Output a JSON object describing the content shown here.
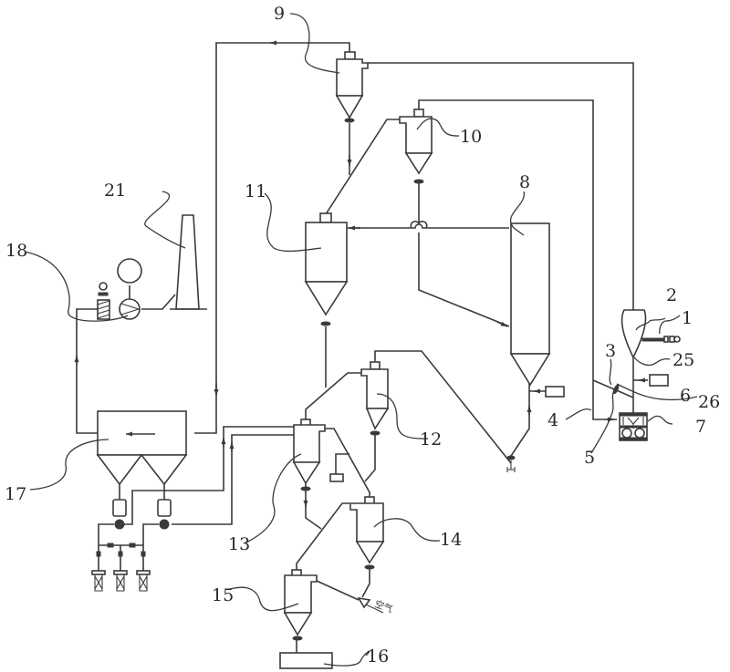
{
  "diagram": {
    "type": "process-flow",
    "components": [
      {
        "id": "1",
        "label": "1"
      },
      {
        "id": "2",
        "label": "2"
      },
      {
        "id": "3",
        "label": "3"
      },
      {
        "id": "4",
        "label": "4"
      },
      {
        "id": "5",
        "label": "5"
      },
      {
        "id": "6",
        "label": "6"
      },
      {
        "id": "7",
        "label": "7"
      },
      {
        "id": "8",
        "label": "8"
      },
      {
        "id": "9",
        "label": "9"
      },
      {
        "id": "10",
        "label": "10"
      },
      {
        "id": "11",
        "label": "11"
      },
      {
        "id": "12",
        "label": "12"
      },
      {
        "id": "13",
        "label": "13"
      },
      {
        "id": "14",
        "label": "14"
      },
      {
        "id": "15",
        "label": "15"
      },
      {
        "id": "16",
        "label": "16"
      },
      {
        "id": "17",
        "label": "17"
      },
      {
        "id": "18",
        "label": "18"
      },
      {
        "id": "21",
        "label": "21"
      },
      {
        "id": "25",
        "label": "25"
      },
      {
        "id": "26",
        "label": "26"
      }
    ],
    "air_inlet_text": "空气"
  }
}
